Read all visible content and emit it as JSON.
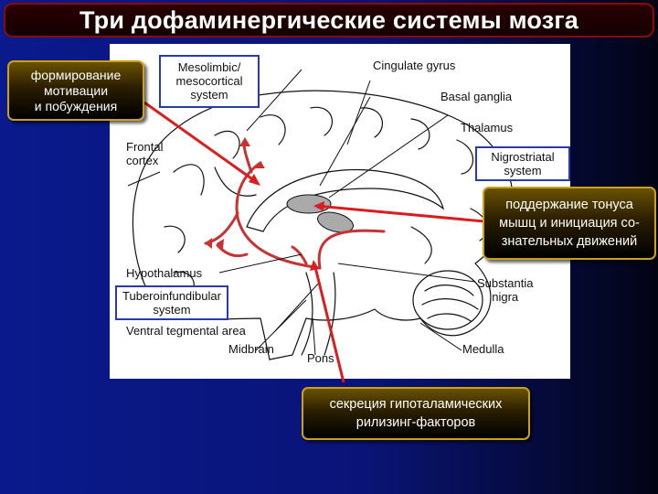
{
  "title": "Три дофаминергические системы мозга",
  "callouts": {
    "motivation": [
      "формирование",
      "мотивации",
      "и побуждения"
    ],
    "muscle": [
      "поддержание тонуса",
      "мышц и инициация со-",
      "знательных движений"
    ],
    "hormones": [
      "секреция гипоталамических",
      "рилизинг-факторов"
    ]
  },
  "diagram_labels": {
    "mesolimbic": [
      "Mesolimbic/",
      "mesocortical",
      "system"
    ],
    "cingulate": "Cingulate gyrus",
    "basal": "Basal ganglia",
    "thalamus": "Thalamus",
    "frontal": [
      "Frontal",
      "cortex"
    ],
    "nigrostriatal": [
      "Nigrostriatal",
      "system"
    ],
    "hypothalamus": "Hypothalamus",
    "tubero": [
      "Tuberoinfundibular",
      "system"
    ],
    "vta": "Ventral tegmental area",
    "midbrain": "Midbrain",
    "pons": "Pons",
    "substantia": [
      "Substantia",
      "nigra"
    ],
    "medulla": "Medulla"
  },
  "colors": {
    "pathway": "#c83232",
    "callout_border": "#c9a21a",
    "title_bg": "#1e0000",
    "label_box_border": "#2a3aa8"
  }
}
